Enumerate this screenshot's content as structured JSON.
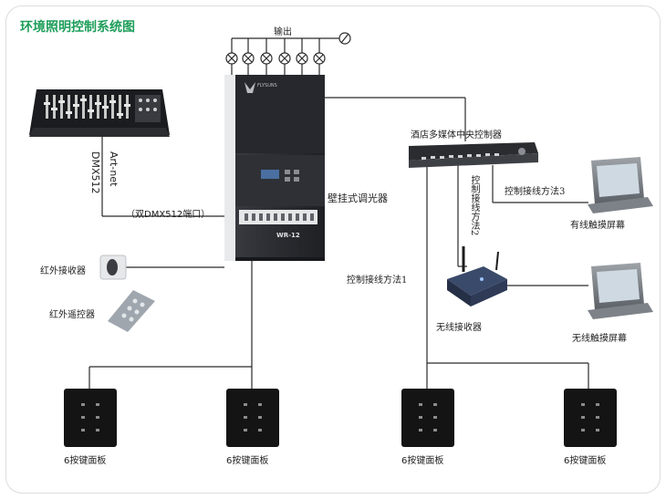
{
  "title": "环境照明控制系统图",
  "labels": {
    "output": "输出",
    "art_net": "Art-net",
    "dmx512": "DMX512",
    "dual_dmx": "（双DMX512端口）",
    "wall_dimmer": "壁挂式调光器",
    "model_name": "WR-12",
    "brand": "FLYSUNS",
    "hotel_controller": "酒店多媒体中央控制器",
    "wiring_method_1": "控制接线方法1",
    "wiring_method_2": "控制接线方法2",
    "wiring_method_3": "控制接线方法3",
    "wired_touch": "有线触摸屏幕",
    "wireless_touch": "无线触摸屏幕",
    "wireless_receiver": "无线接收器",
    "ir_receiver": "红外接收器",
    "ir_remote": "红外遥控器"
  },
  "panels": [
    {
      "label": "6按键面板"
    },
    {
      "label": "6按键面板"
    },
    {
      "label": "6按键面板"
    },
    {
      "label": "6按键面板"
    }
  ],
  "colors": {
    "title": "#1e9e5a",
    "line": "#2a2a2a",
    "device_dark": "#2c2e33",
    "panel_face": "#141414"
  }
}
